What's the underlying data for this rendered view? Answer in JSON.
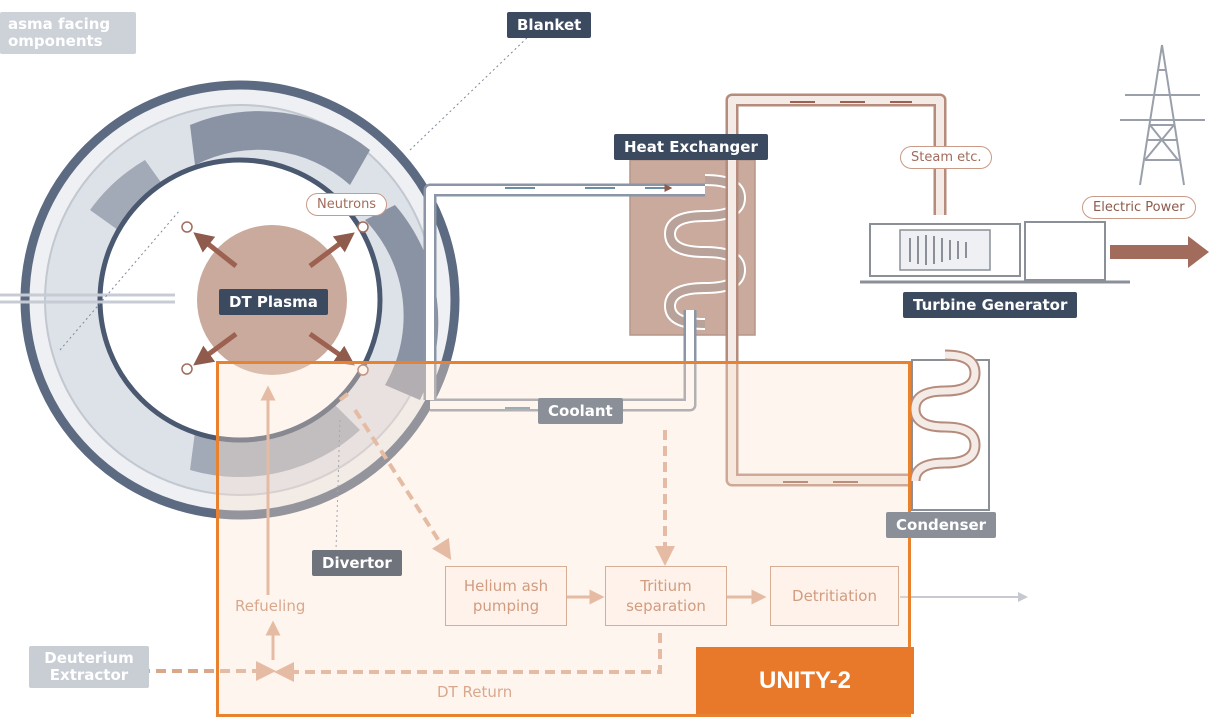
{
  "labels": {
    "plasma_facing": "asma facing\nomponents",
    "blanket": "Blanket",
    "heat_exchanger": "Heat Exchanger",
    "steam": "Steam etc.",
    "electric_power": "Electric Power",
    "neutrons": "Neutrons",
    "dt_plasma": "DT Plasma",
    "turbine_generator": "Turbine Generator",
    "coolant": "Coolant",
    "condenser": "Condenser",
    "divertor": "Divertor",
    "helium_ash": "Helium ash\npumping",
    "tritium_sep": "Tritium\nseparation",
    "detritiation": "Detritiation",
    "refueling": "Refueling",
    "deuterium": "Deuterium\nExtractor",
    "dt_return": "DT Return",
    "unity": "UNITY-2"
  },
  "colors": {
    "label_dark": "#3c4a60",
    "label_grey": "#8b8f98",
    "pipe": "#c7b2a7",
    "accent_brown": "#a16c5b",
    "highlight_orange": "#e8782a",
    "flow_faded": "#d9a88c"
  }
}
